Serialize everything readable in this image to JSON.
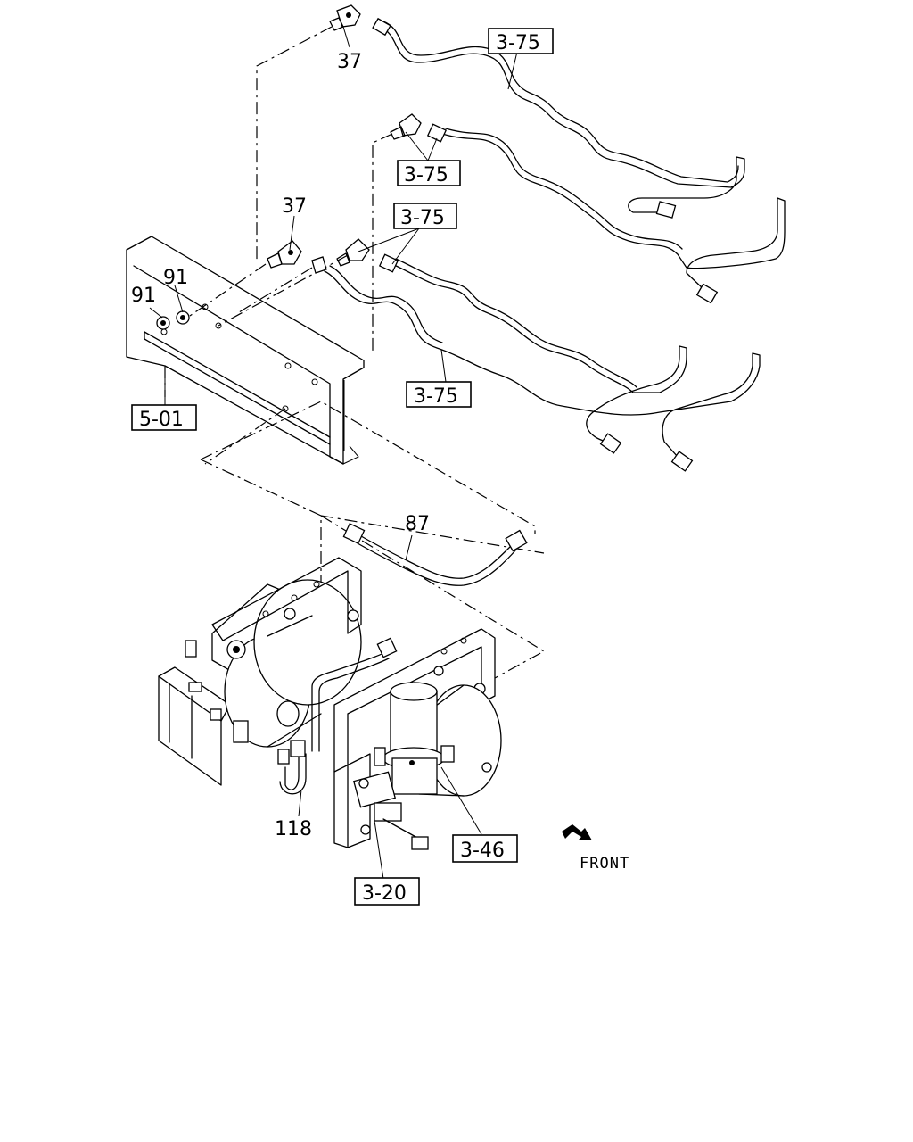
{
  "callouts": {
    "ref_37_top": "37",
    "ref_37_mid": "37",
    "ref_91_a": "91",
    "ref_91_b": "91",
    "ref_87": "87",
    "ref_118": "118"
  },
  "boxed_refs": {
    "pipe_top": "3-75",
    "pipe_upper_mid": "3-75",
    "pipe_lower_mid": "3-75",
    "pipe_bottom": "3-75",
    "frame": "5-01",
    "dryer": "3-46",
    "valve": "3-20"
  },
  "direction": {
    "label": "FRONT"
  }
}
